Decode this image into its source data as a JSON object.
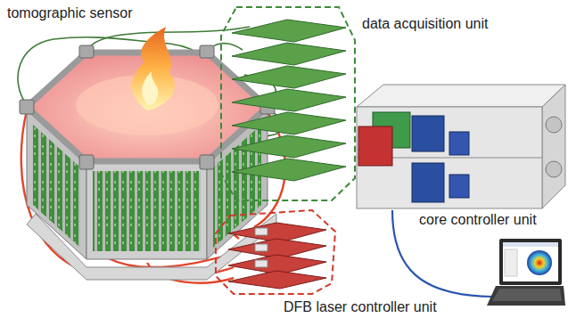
{
  "diagram": {
    "labels": [
      "tomographic sensor",
      "data acquisition unit",
      "core controller unit",
      "DFB laser controller unit"
    ]
  }
}
